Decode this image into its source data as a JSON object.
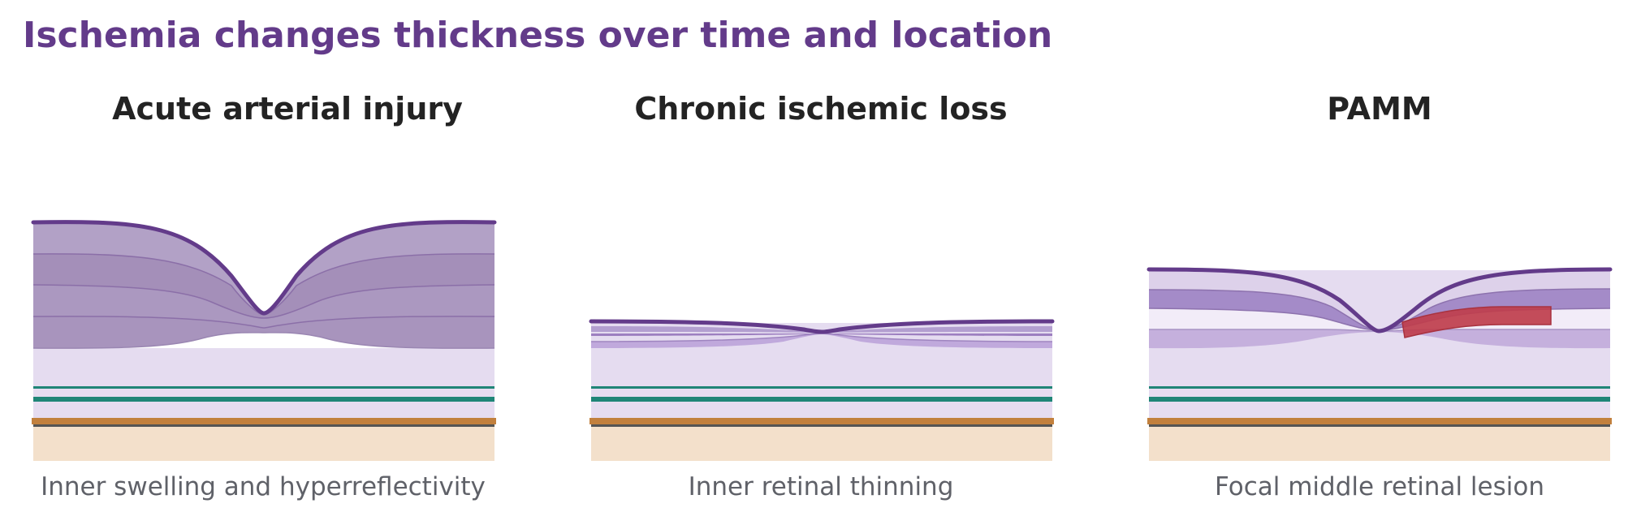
{
  "title": "Ischemia changes thickness over time and location",
  "panels": [
    {
      "id": "acute",
      "title": "Acute arterial injury",
      "caption": "Inner swelling and hyperreflectivity"
    },
    {
      "id": "chronic",
      "title": "Chronic ischemic loss",
      "caption": "Inner retinal thinning"
    },
    {
      "id": "pamm",
      "title": "PAMM",
      "caption": "Focal middle retinal lesion"
    }
  ],
  "colors": {
    "title": "#633b8a",
    "panel_title": "#232323",
    "caption": "#5f6168",
    "ilm_line": "#633b8a",
    "inner_layer_dark": "#a48fb9",
    "inner_layer_mid": "#b3a3c7",
    "inner_layer_light": "#c5b0dd",
    "outer_retina": "#e5dcf0",
    "ellipsoid_band": "#1f8577",
    "rpe": "#c2803d",
    "bruch": "#555555",
    "choroid": "#f3e0cb",
    "lesion": "#bf3e4c"
  }
}
